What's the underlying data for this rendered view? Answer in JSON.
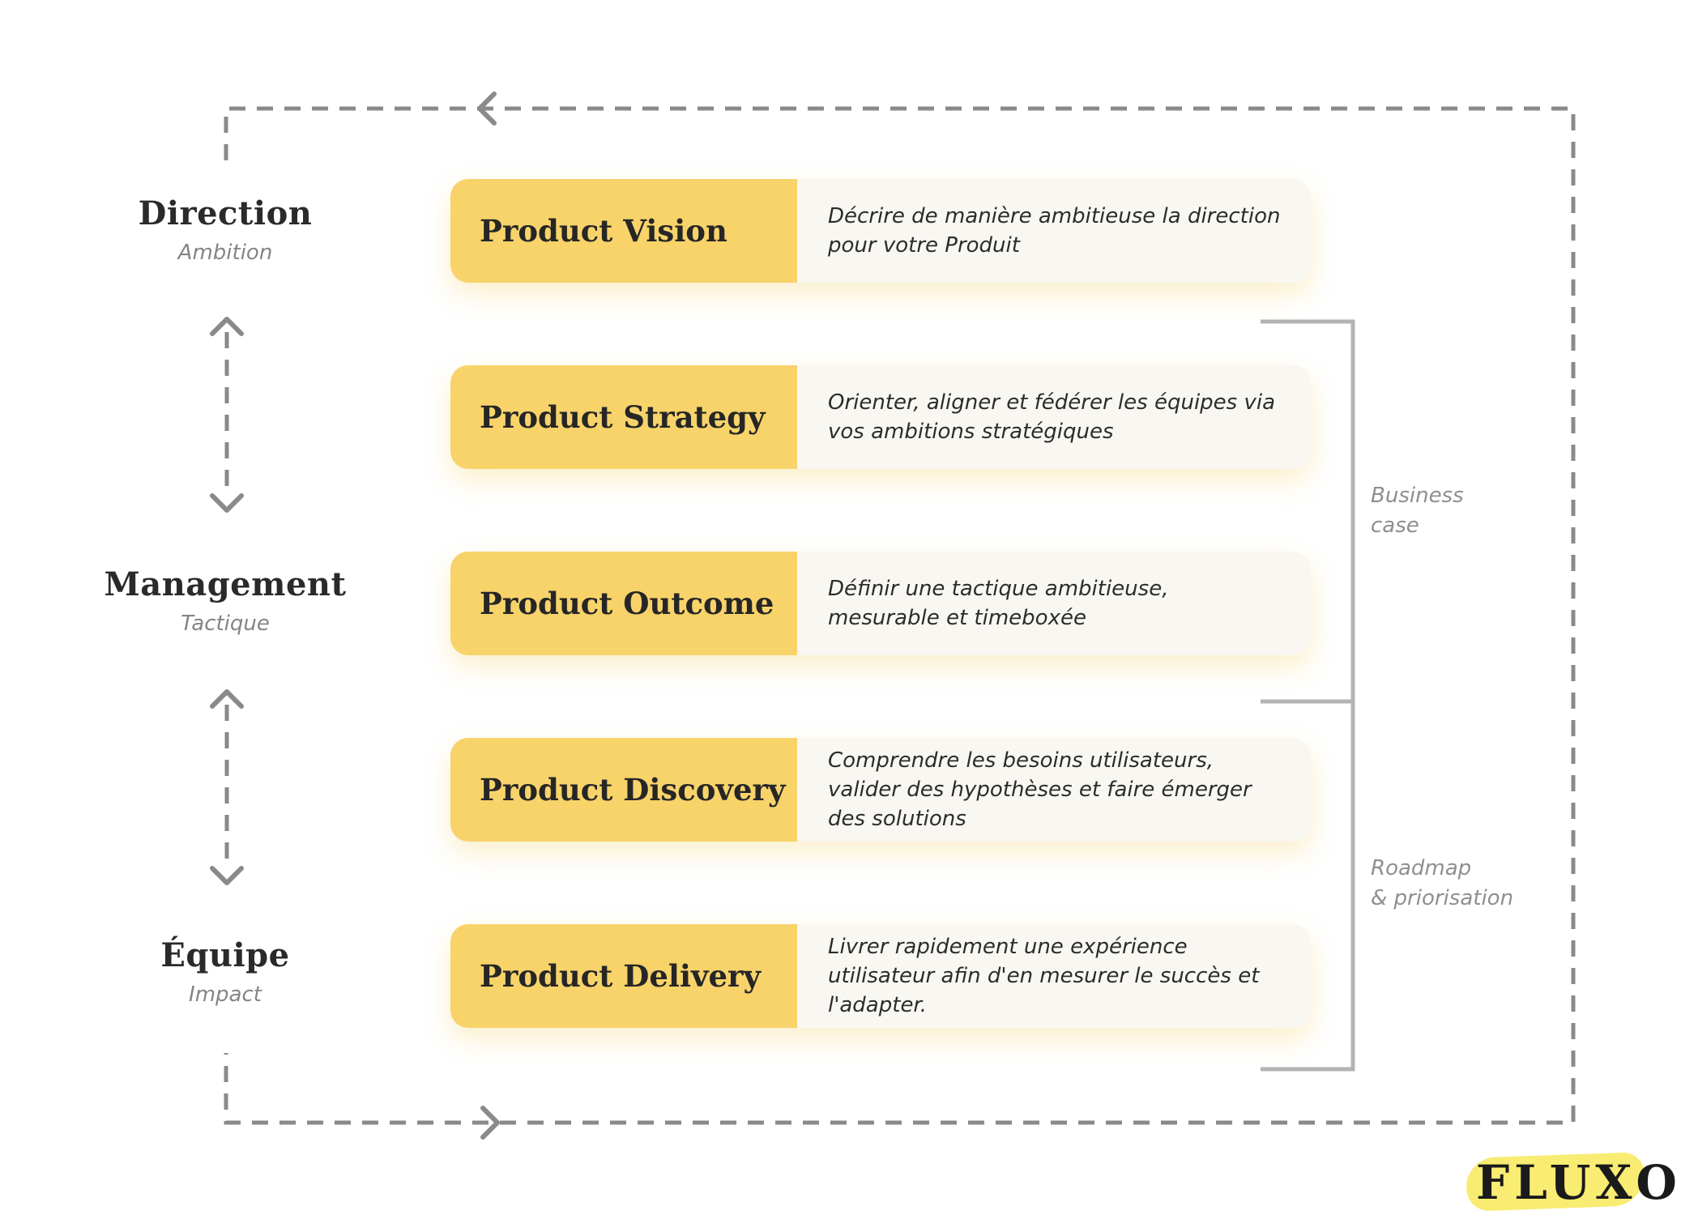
{
  "levels": [
    {
      "title": "Direction",
      "subtitle": "Ambition"
    },
    {
      "title": "Management",
      "subtitle": "Tactique"
    },
    {
      "title": "Équipe",
      "subtitle": "Impact"
    }
  ],
  "cards": [
    {
      "title": "Product Vision",
      "description": "Décrire de manière ambitieuse la direction pour votre Produit"
    },
    {
      "title": "Product Strategy",
      "description": "Orienter, aligner et fédérer les équipes via vos ambitions stratégiques"
    },
    {
      "title": "Product Outcome",
      "description": "Définir une tactique ambitieuse, mesurable et timeboxée"
    },
    {
      "title": "Product Discovery",
      "description": "Comprendre les besoins utilisateurs, valider des hypothèses et faire émerger des solutions"
    },
    {
      "title": "Product Delivery",
      "description": "Livrer rapidement une expérience utilisateur afin d'en mesurer le succès et l'adapter."
    }
  ],
  "brackets": [
    {
      "label_line1": "Business",
      "label_line2": "case"
    },
    {
      "label_line1": "Roadmap",
      "label_line2": "& priorisation"
    }
  ],
  "brand": {
    "name": "FLUXO"
  },
  "colors": {
    "card_accent": "#f7d36a",
    "card_body": "#f9f7f2",
    "arrow": "#8a8a8a",
    "bracket": "#b3b3b3",
    "brand_highlight": "#f8ec72"
  }
}
